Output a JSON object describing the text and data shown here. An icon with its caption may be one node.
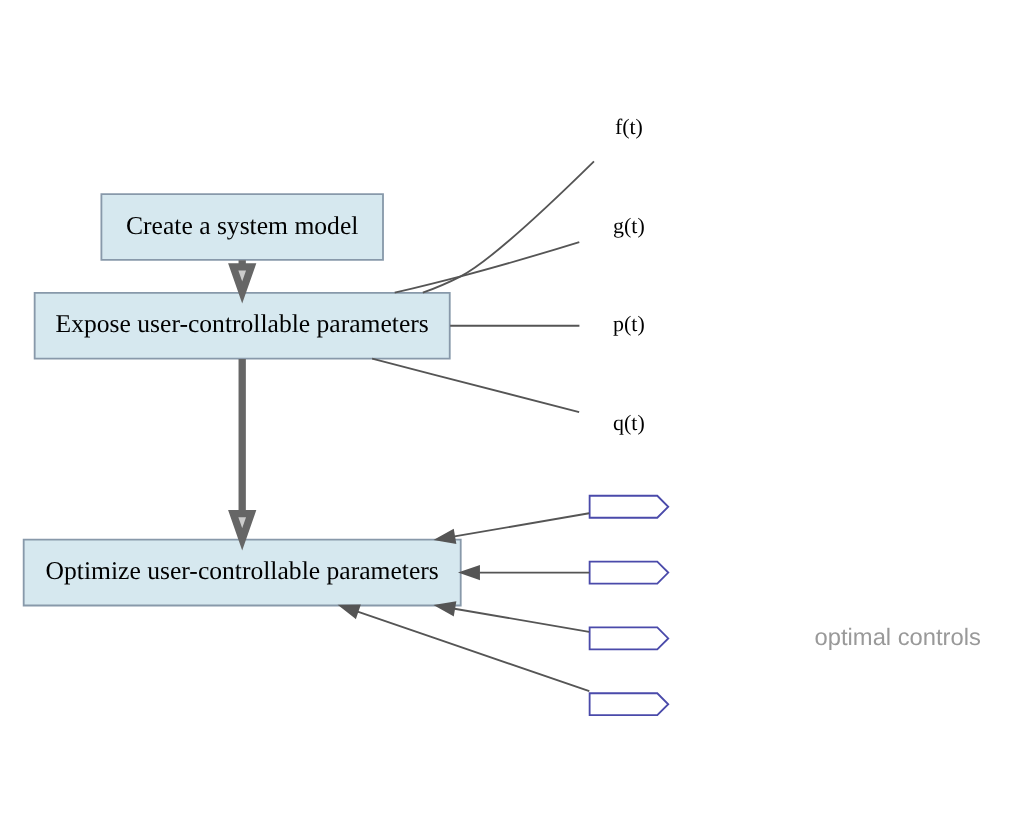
{
  "diagram": {
    "nodes": [
      {
        "text": [
          "Create a system model"
        ]
      },
      {
        "text": [
          "Expose user-controllable parameters"
        ]
      },
      {
        "text": [
          "f(t)"
        ]
      },
      {
        "text": [
          "g(t)"
        ]
      },
      {
        "text": [
          "p(t)"
        ]
      },
      {
        "text": [
          "q(t)"
        ]
      },
      {
        "text": [
          "Optimize user-controllable parameters"
        ]
      },
      {
        "text": [],
        "shape": "wave"
      },
      {
        "text": [],
        "shape": "wave"
      },
      {
        "text": [],
        "shape": "wave"
      },
      {
        "text": [],
        "shape": "wave"
      }
    ],
    "edges": [
      {
        "from": 0,
        "to": 1,
        "arrow": "to",
        "style": "thick"
      },
      {
        "from": 1,
        "to": 6,
        "arrow": "to",
        "style": "thick"
      },
      {
        "from": 1,
        "to": 2,
        "arrow": "none"
      },
      {
        "from": 1,
        "to": 3,
        "arrow": "none"
      },
      {
        "from": 1,
        "to": 4,
        "arrow": "none"
      },
      {
        "from": 1,
        "to": 5,
        "arrow": "none"
      },
      {
        "from": 7,
        "to": 6,
        "arrow": "to"
      },
      {
        "from": 8,
        "to": 6,
        "arrow": "to"
      },
      {
        "from": 9,
        "to": 6,
        "arrow": "to"
      },
      {
        "from": 10,
        "to": 6,
        "arrow": "to"
      }
    ],
    "labels": [
      "optimal controls"
    ]
  }
}
